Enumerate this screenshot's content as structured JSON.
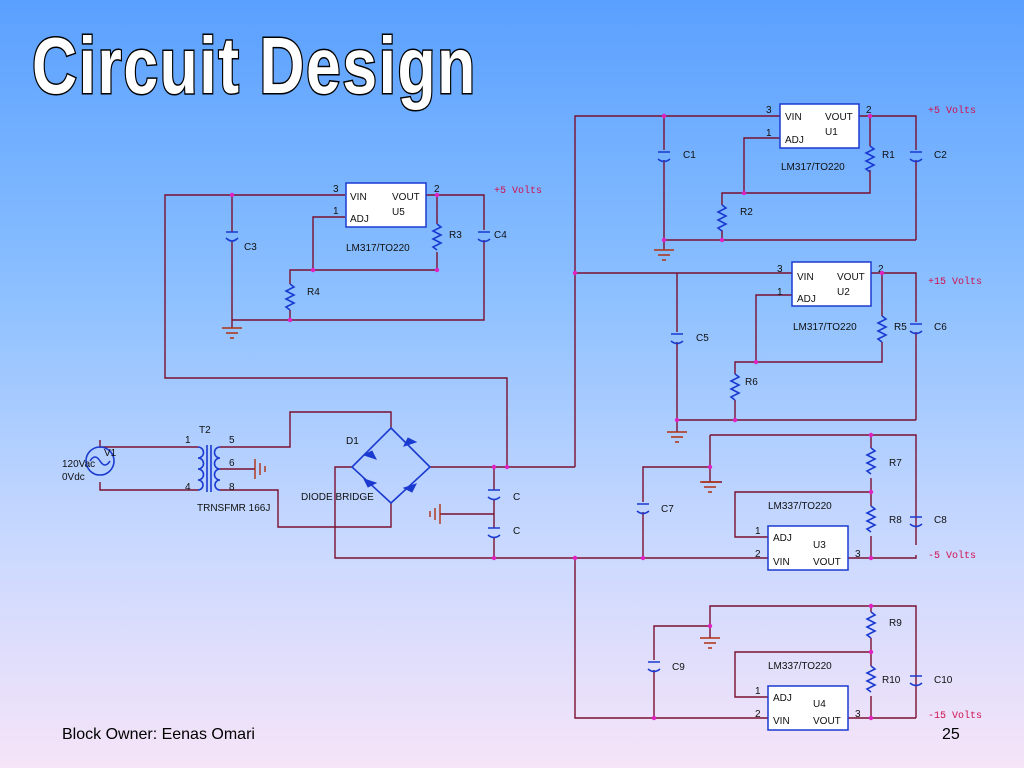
{
  "title": "Circuit Design",
  "footer": {
    "owner": "Block Owner:  Eenas Omari",
    "page": "25"
  },
  "regulators": {
    "u1": {
      "name": "U1",
      "vin": "VIN",
      "vout": "VOUT",
      "adj": "ADJ",
      "part": "LM317/TO220",
      "pin_in": "3",
      "pin_out": "2",
      "pin_adj": "1"
    },
    "u2": {
      "name": "U2",
      "vin": "VIN",
      "vout": "VOUT",
      "adj": "ADJ",
      "part": "LM317/TO220",
      "pin_in": "3",
      "pin_out": "2",
      "pin_adj": "1"
    },
    "u3": {
      "name": "U3",
      "vin": "VIN",
      "vout": "VOUT",
      "adj": "ADJ",
      "part": "LM337/TO220",
      "pin_in": "2",
      "pin_out": "3",
      "pin_adj": "1"
    },
    "u4": {
      "name": "U4",
      "vin": "VIN",
      "vout": "VOUT",
      "adj": "ADJ",
      "part": "LM337/TO220",
      "pin_in": "2",
      "pin_out": "3",
      "pin_adj": "1"
    },
    "u5": {
      "name": "U5",
      "vin": "VIN",
      "vout": "VOUT",
      "adj": "ADJ",
      "part": "LM317/TO220",
      "pin_in": "3",
      "pin_out": "2",
      "pin_adj": "1"
    }
  },
  "resistors": {
    "r1": "R1",
    "r2": "R2",
    "r3": "R3",
    "r4": "R4",
    "r5": "R5",
    "r6": "R6",
    "r7": "R7",
    "r8": "R8",
    "r9": "R9",
    "r10": "R10"
  },
  "capacitors": {
    "c1": "C1",
    "c2": "C2",
    "c3": "C3",
    "c4": "C4",
    "c5": "C5",
    "c6": "C6",
    "c7": "C7",
    "c8": "C8",
    "c9": "C9",
    "c10": "C10",
    "c_a": "C",
    "c_b": "C"
  },
  "outputs": {
    "plus5_a": "+5 Volts",
    "plus5_b": "+5 Volts",
    "plus15": "+15 Volts",
    "minus5": "-5 Volts",
    "minus15": "-15 Volts"
  },
  "source": {
    "name": "V1",
    "vac": "120Vac",
    "vdc": "0Vdc"
  },
  "transformer": {
    "name": "T2",
    "part": "TRNSFMR 166J",
    "p1": "1",
    "p4": "4",
    "p5": "5",
    "p6": "6",
    "p8": "8"
  },
  "bridge": {
    "name": "D1",
    "part": "DIODE BRIDGE"
  },
  "colors": {
    "wire": "#7a1030",
    "component": "#1a3ad0",
    "voltage_label": "#d01050",
    "junction": "#e020c0",
    "ground": "#b03010"
  }
}
